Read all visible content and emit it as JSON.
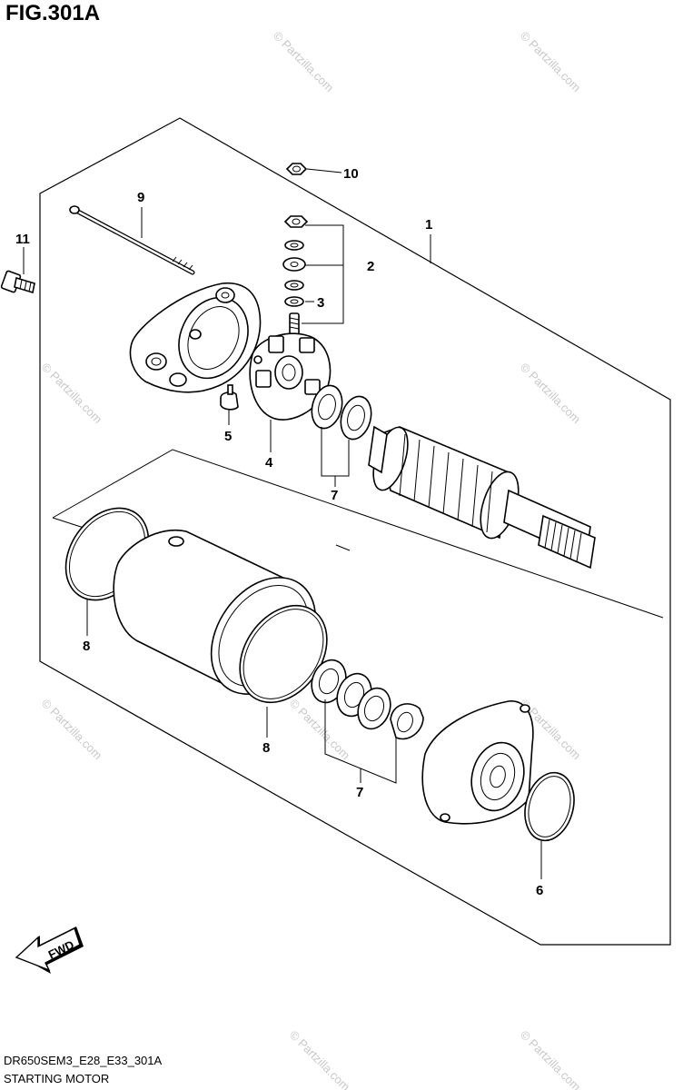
{
  "figure": {
    "title": "FIG.301A",
    "code": "DR650SEM3_E28_E33_301A",
    "name": "STARTING MOTOR"
  },
  "callouts": [
    "1",
    "2",
    "3",
    "4",
    "5",
    "6",
    "7",
    "7",
    "8",
    "8",
    "9",
    "10",
    "11"
  ],
  "direction_badge": "FWD",
  "watermark": "© Partzilla.com"
}
